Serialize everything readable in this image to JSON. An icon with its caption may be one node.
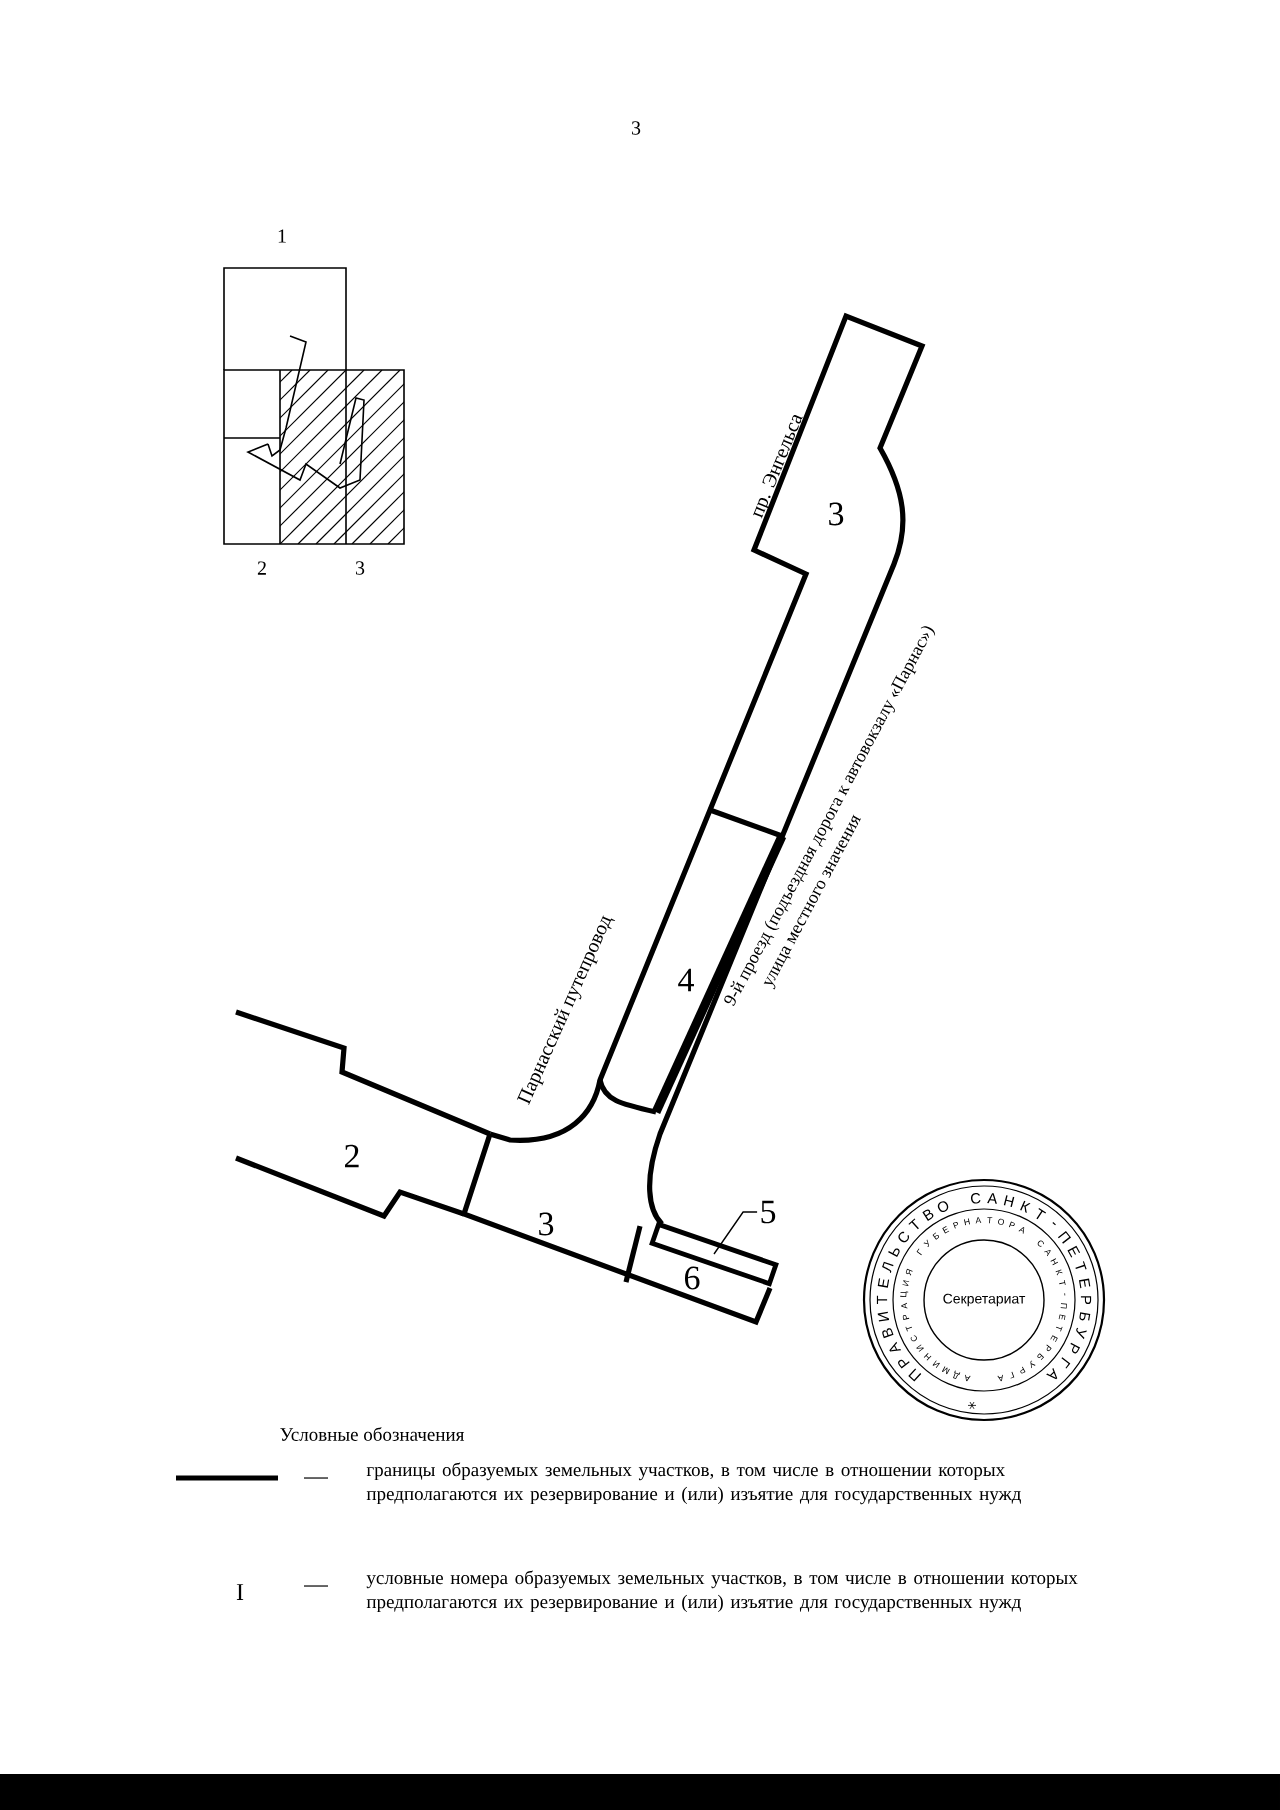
{
  "diagram": {
    "nodes": [
      {
        "text": [
          "5"
        ]
      },
      {
        "text": [],
        "shape": "box"
      }
    ],
    "edges": [
      {
        "from": 0,
        "to": 1,
        "arrow": "none"
      }
    ],
    "labels": [
      "3",
      "1",
      "2",
      "3",
      "3",
      "пр. Энгельса",
      "улица местного значения",
      "9-й проезд (подъездная дорога к автовокзалу «Парнас»)",
      "4",
      "Парнасский путепровод",
      "2",
      "3",
      "6",
      "ПРАВИТЕЛЬСТВО САНКТ-ПЕТЕРБУРГА",
      "АДМИНИСТРАЦИЯ ГУБЕРНАТОРА САНКТ-ПЕТЕРБУРГА",
      "Секретариат",
      "Условные обозначения",
      "I"
    ],
    "legend": [
      {
        "text": "границы образуемых земельных участков, в том числе в отношении которых предполагаются их резервирование и (или) изъятие для государственных нужд"
      },
      {
        "text": "условные номера образуемых земельных участков, в том числе в отношении которых предполагаются их резервирование и (или) изъятие для государственных нужд"
      }
    ]
  }
}
